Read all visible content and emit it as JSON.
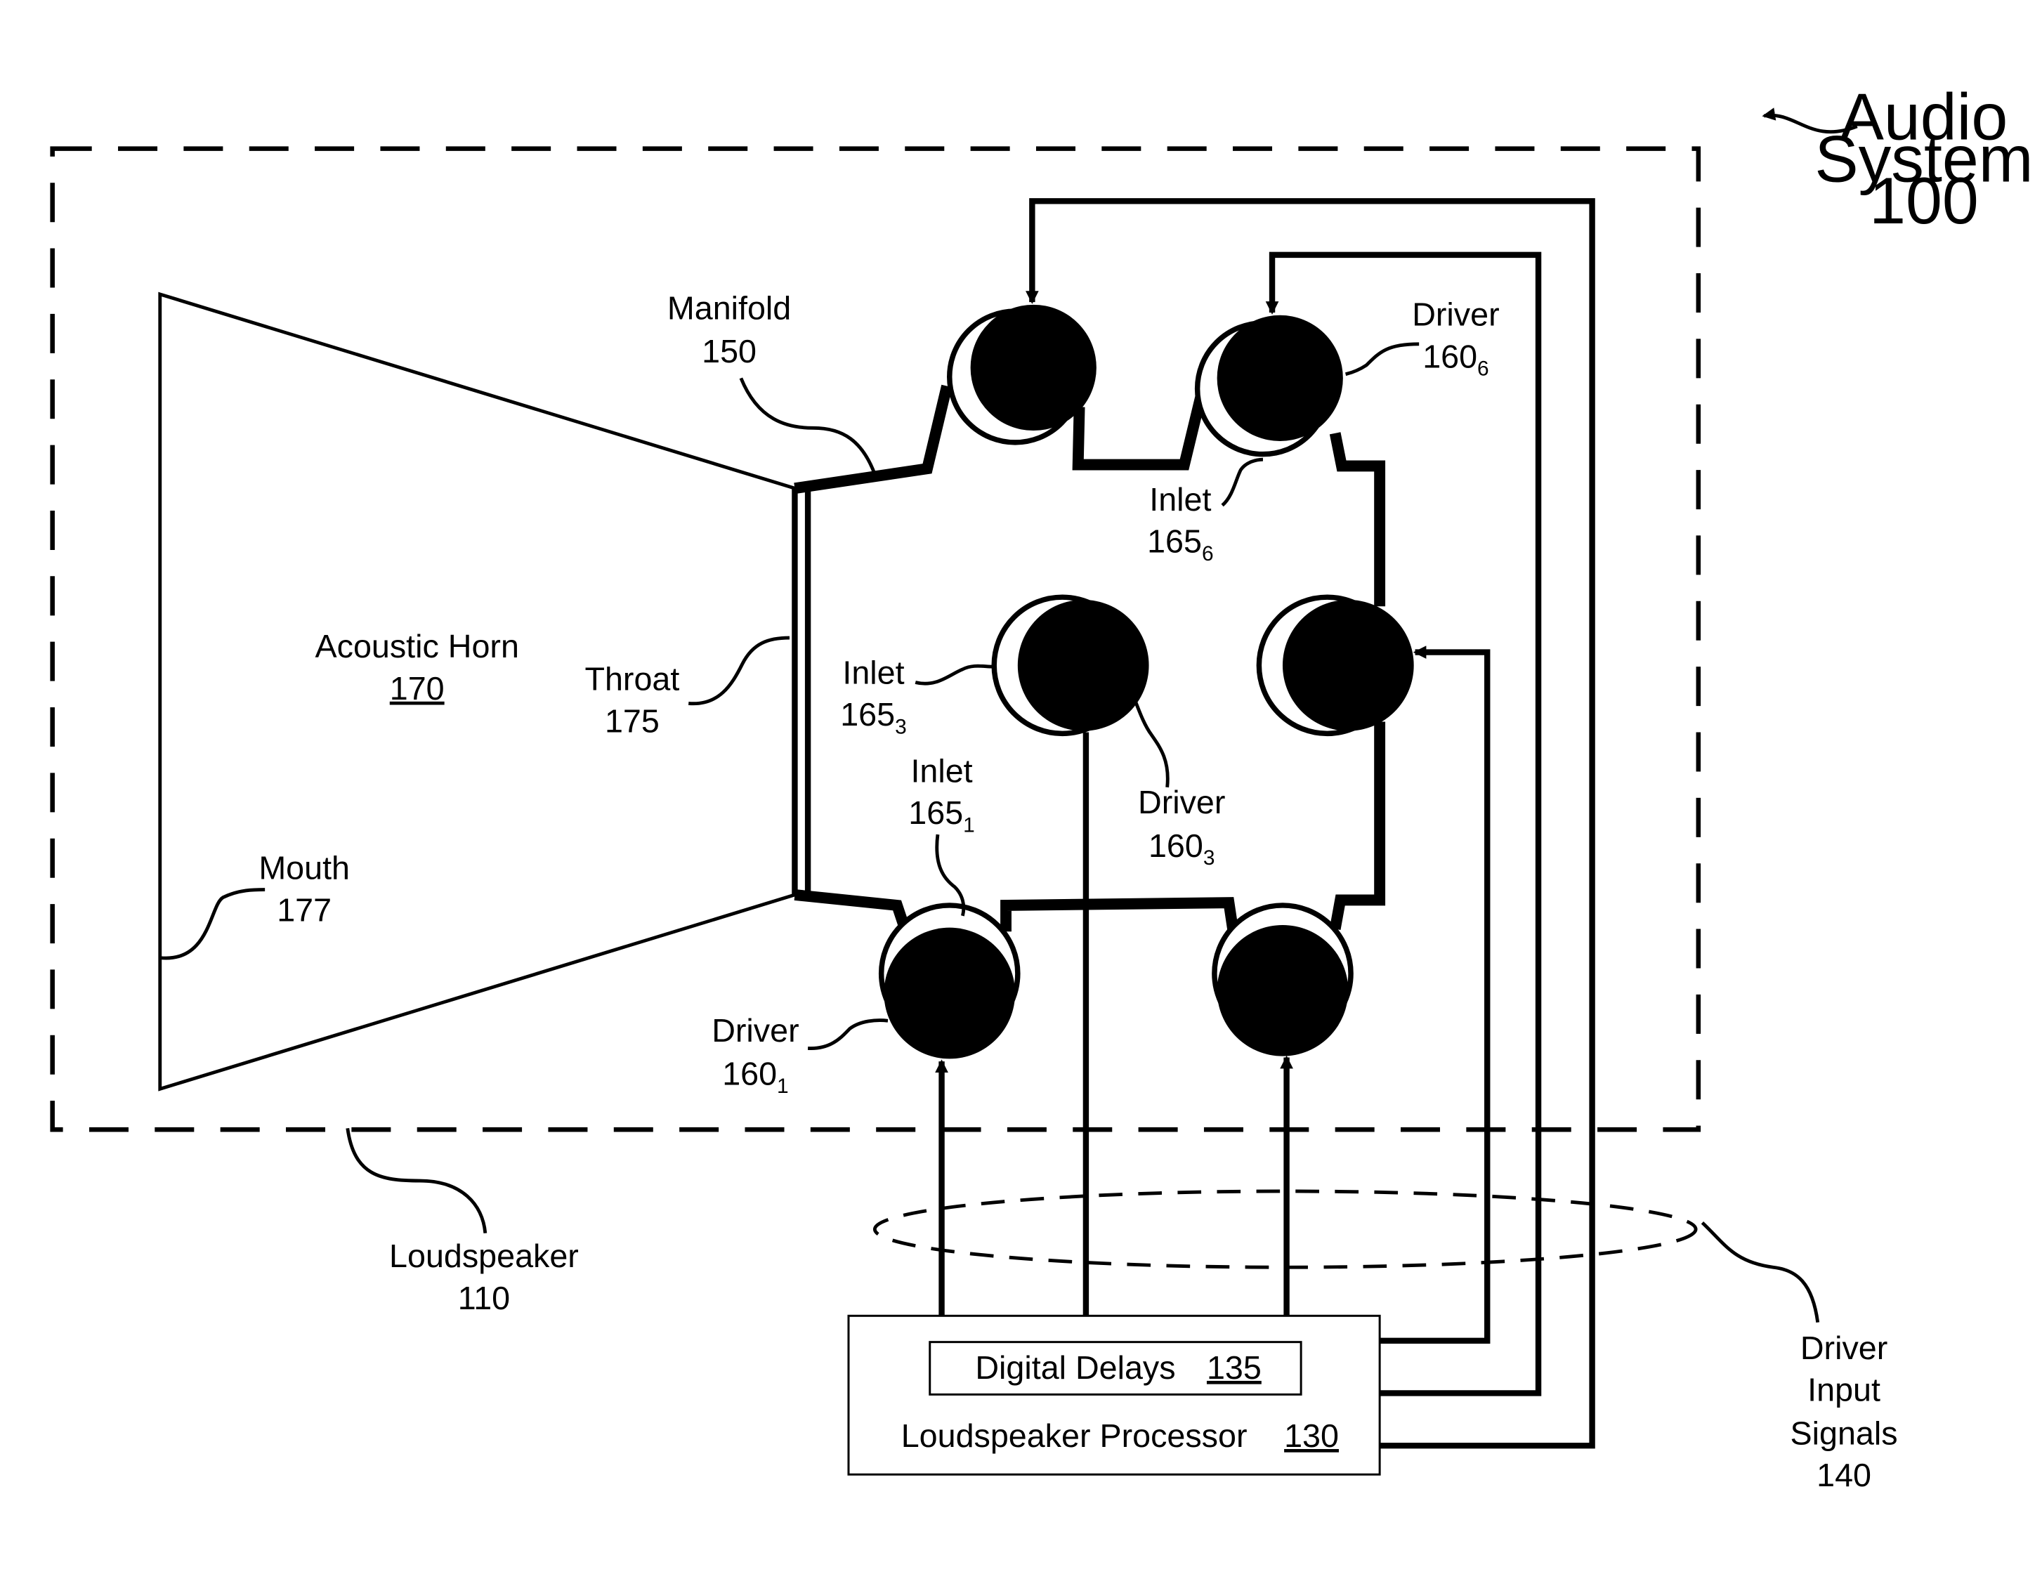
{
  "labels": {
    "audio_system": [
      "Audio",
      "System",
      "100"
    ],
    "manifold": [
      "Manifold",
      "150"
    ],
    "driver_6": {
      "word": "Driver",
      "num": "160",
      "sub": "6"
    },
    "inlet_6": {
      "word": "Inlet",
      "num": "165",
      "sub": "6"
    },
    "acoustic_horn": {
      "word": "Acoustic Horn",
      "num": "170"
    },
    "throat": [
      "Throat",
      "175"
    ],
    "inlet_3": {
      "word": "Inlet",
      "num": "165",
      "sub": "3"
    },
    "driver_3": {
      "word": "Driver",
      "num": "160",
      "sub": "3"
    },
    "inlet_1": {
      "word": "Inlet",
      "num": "165",
      "sub": "1"
    },
    "mouth": [
      "Mouth",
      "177"
    ],
    "driver_1": {
      "word": "Driver",
      "num": "160",
      "sub": "1"
    },
    "loudspeaker": [
      "Loudspeaker",
      "110"
    ],
    "digital_delays": {
      "word": "Digital Delays",
      "num": "135"
    },
    "processor": {
      "word": "Loudspeaker Processor",
      "num": "130"
    },
    "driver_input_signals": [
      "Driver",
      "Input",
      "Signals",
      "140"
    ]
  }
}
